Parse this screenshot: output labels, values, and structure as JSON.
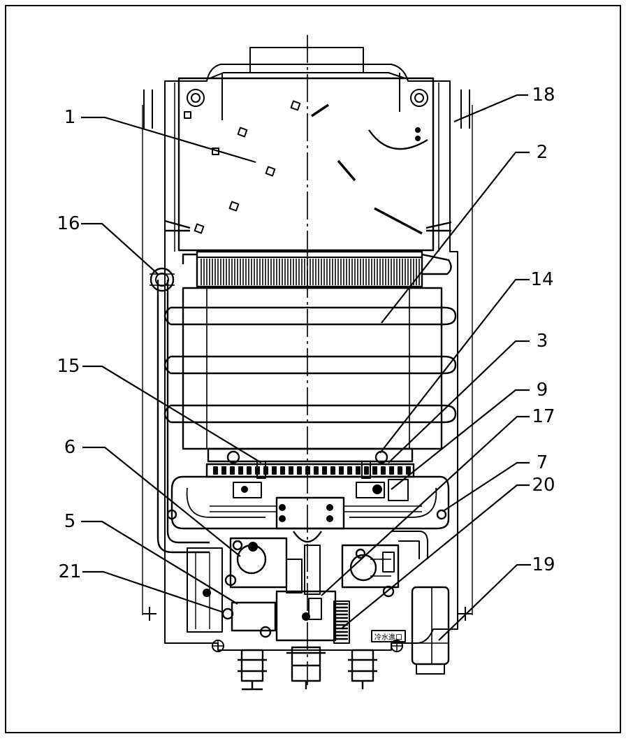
{
  "diagram": {
    "callouts": [
      {
        "id": "c1",
        "label": "1"
      },
      {
        "id": "c2",
        "label": "2"
      },
      {
        "id": "c3",
        "label": "3"
      },
      {
        "id": "c5",
        "label": "5"
      },
      {
        "id": "c6",
        "label": "6"
      },
      {
        "id": "c7",
        "label": "7"
      },
      {
        "id": "c9",
        "label": "9"
      },
      {
        "id": "c14",
        "label": "14"
      },
      {
        "id": "c15",
        "label": "15"
      },
      {
        "id": "c16",
        "label": "16"
      },
      {
        "id": "c17",
        "label": "17"
      },
      {
        "id": "c18",
        "label": "18"
      },
      {
        "id": "c19",
        "label": "19"
      },
      {
        "id": "c20",
        "label": "20"
      },
      {
        "id": "c21",
        "label": "21"
      }
    ],
    "plate_text": "冷水進口"
  },
  "colors": {
    "ink": "#000000",
    "paper": "#ffffff"
  }
}
